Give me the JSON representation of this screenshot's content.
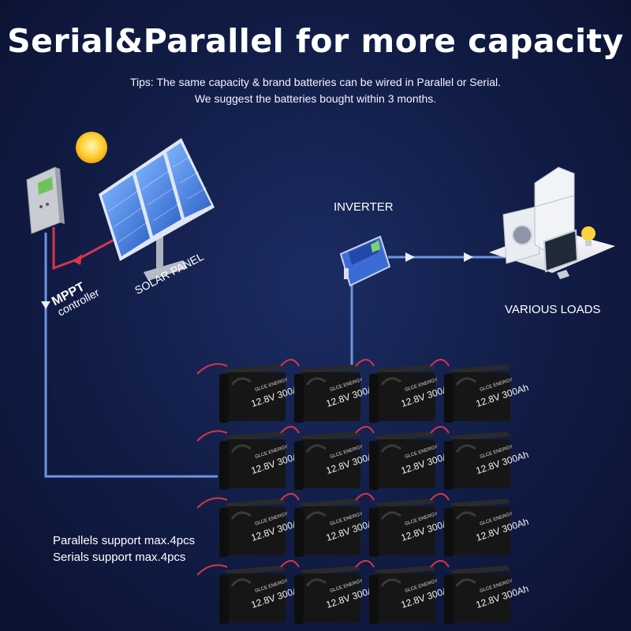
{
  "title": "Serial&Parallel for more capacity",
  "tips": [
    "Tips: The same capacity & brand batteries can be wired in Parallel or Serial.",
    "We suggest the batteries bought within 3 months."
  ],
  "labels": {
    "inverter": "INVERTER",
    "various_loads": "VARIOUS LOADS",
    "solar_panel": "SOLAR PANEL",
    "mppt": "MPPT",
    "controller": "controller"
  },
  "support": [
    "Parallels support max.4pcs",
    "Serials support max.4pcs"
  ],
  "battery": {
    "brand": "GLCE ENERGY",
    "spec": "12.8V 300Ah",
    "rows": 4,
    "cols": 4
  },
  "colors": {
    "wire_blue": "#6d95e0",
    "wire_red": "#d8354a",
    "battery_body": "#161616"
  }
}
